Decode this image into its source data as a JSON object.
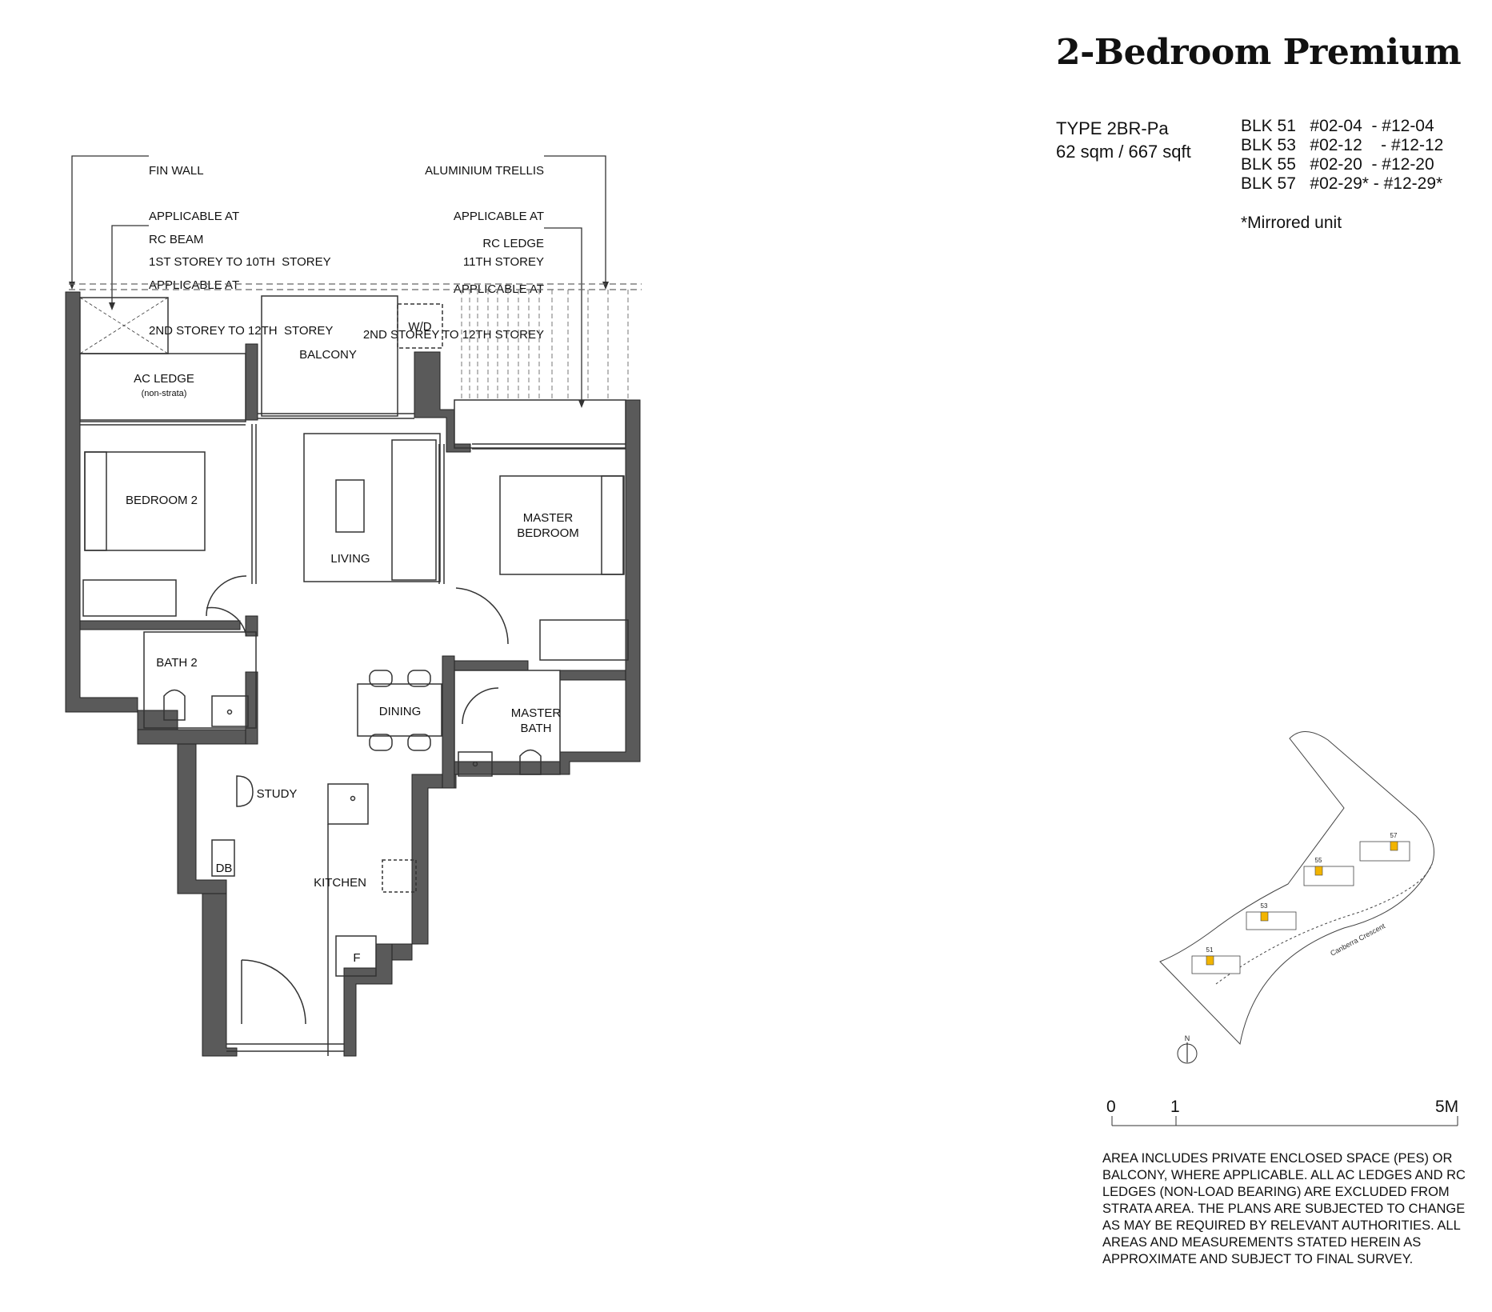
{
  "title": "2-Bedroom Premium",
  "unit": {
    "type": "TYPE 2BR-Pa",
    "area": "62 sqm / 667 sqft"
  },
  "blocks": [
    "BLK 51   #02-04  - #12-04",
    "BLK 53   #02-12    - #12-12",
    "BLK 55   #02-20  - #12-20",
    "BLK 57   #02-29* - #12-29*"
  ],
  "mirrored_note": "*Mirrored unit",
  "annotations": {
    "fin_wall": [
      "FIN WALL",
      "APPLICABLE AT",
      "1ST STOREY TO 10TH  STOREY"
    ],
    "rc_beam": [
      "RC BEAM",
      "APPLICABLE AT",
      "2ND STOREY TO 12TH  STOREY"
    ],
    "trellis": [
      "ALUMINIUM TRELLIS",
      "APPLICABLE AT",
      "11TH STOREY"
    ],
    "rc_ledge": [
      "RC LEDGE",
      "APPLICABLE AT",
      "2ND STOREY TO 12TH STOREY"
    ]
  },
  "rooms": {
    "ac_ledge": "AC LEDGE",
    "ac_ledge_sub": "(non-strata)",
    "balcony": "BALCONY",
    "wd": "W/D",
    "bedroom2": "BEDROOM 2",
    "living": "LIVING",
    "master_bedroom_1": "MASTER",
    "master_bedroom_2": "BEDROOM",
    "bath2": "BATH 2",
    "dining": "DINING",
    "master_bath_1": "MASTER",
    "master_bath_2": "BATH",
    "study": "STUDY",
    "db": "DB",
    "kitchen": "KITCHEN",
    "fridge": "F"
  },
  "site_plan": {
    "road": "Canberra Crescent",
    "blocks": [
      "51",
      "53",
      "55",
      "57"
    ],
    "north": "N"
  },
  "scale": {
    "ticks": [
      "0",
      "1",
      "5M"
    ]
  },
  "disclaimer": "AREA INCLUDES PRIVATE ENCLOSED SPACE (PES) OR BALCONY, WHERE APPLICABLE. ALL AC LEDGES AND RC LEDGES (NON-LOAD BEARING) ARE EXCLUDED FROM STRATA AREA. THE PLANS ARE SUBJECTED TO CHANGE AS MAY BE REQUIRED BY RELEVANT AUTHORITIES. ALL AREAS AND MEASUREMENTS STATED HEREIN AS APPROXIMATE AND SUBJECT TO FINAL SURVEY.",
  "colors": {
    "wall": "#5a5a5a",
    "highlight": "#f2b400"
  }
}
